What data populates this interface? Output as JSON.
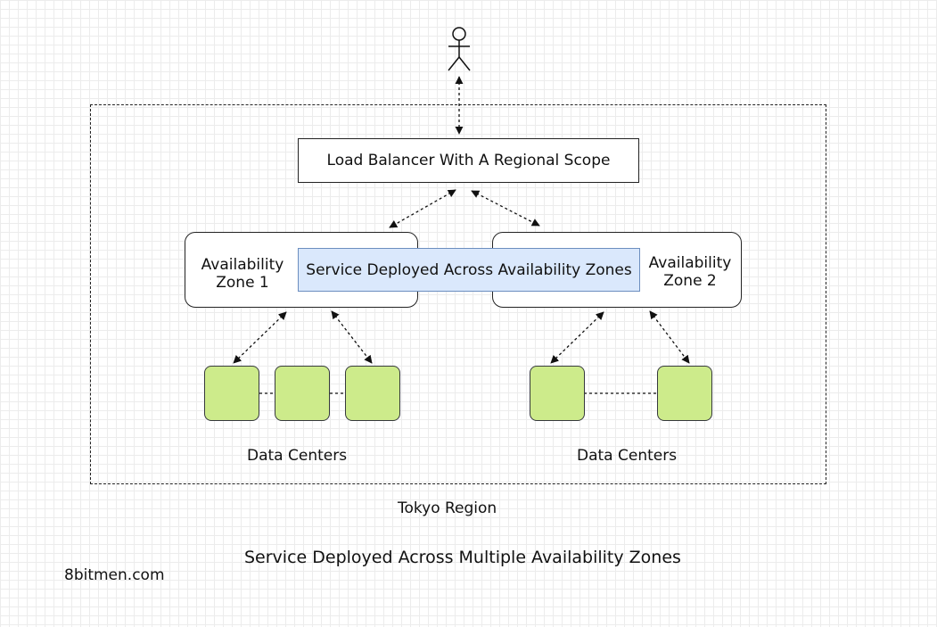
{
  "region_label": "Tokyo Region",
  "load_balancer": {
    "label": "Load Balancer With A Regional Scope"
  },
  "service": {
    "label": "Service Deployed Across Availability Zones"
  },
  "zones": [
    {
      "label_line1": "Availability",
      "label_line2": "Zone 1",
      "data_centers_label": "Data Centers"
    },
    {
      "label_line1": "Availability",
      "label_line2": "Zone 2",
      "data_centers_label": "Data Centers"
    }
  ],
  "caption": "Service Deployed Across Multiple Availability Zones",
  "watermark": "8bitmen.com",
  "colors": {
    "data_center_fill": "#cdeb8b",
    "service_fill": "#dae8fc",
    "service_stroke": "#6c8ebf"
  }
}
